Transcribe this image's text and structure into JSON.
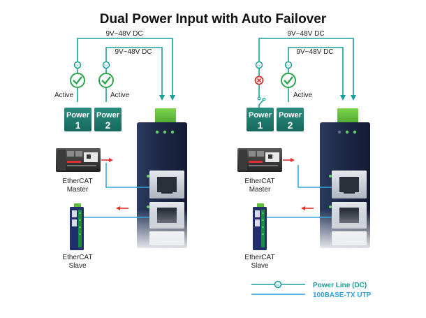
{
  "title": "Dual Power Input with Auto Failover",
  "left_diagram": {
    "voltage_outer": "9V~48V DC",
    "voltage_inner": "9V~48V DC",
    "status_1": "Active",
    "status_2": "Active",
    "power_1_label": "Power",
    "power_1_number": "1",
    "power_2_label": "Power",
    "power_2_number": "2",
    "master_line1": "EtherCAT",
    "master_line2": "Master",
    "slave_line1": "EtherCAT",
    "slave_line2": "Slave"
  },
  "right_diagram": {
    "voltage_outer": "9V~48V DC",
    "voltage_inner": "9V~48V DC",
    "status_2": "Active",
    "power_1_label": "Power",
    "power_1_number": "1",
    "power_2_label": "Power",
    "power_2_number": "2",
    "master_line1": "EtherCAT",
    "master_line2": "Master",
    "slave_line1": "EtherCAT",
    "slave_line2": "Slave"
  },
  "dc_badge": "DC",
  "legend": {
    "power_line_label": "Power Line (DC)",
    "utp_label": "100BASE-TX UTP"
  },
  "colors": {
    "teal": "#1a9e9a",
    "cable_blue": "#33a3dc",
    "power_box": "#1f7a6e",
    "green_check": "#2fa44f",
    "fail_red": "#d9302a",
    "switch_navy": "#1e2a47",
    "arrow_red": "#e0302a",
    "terminal_green": "#5fbf3a"
  }
}
